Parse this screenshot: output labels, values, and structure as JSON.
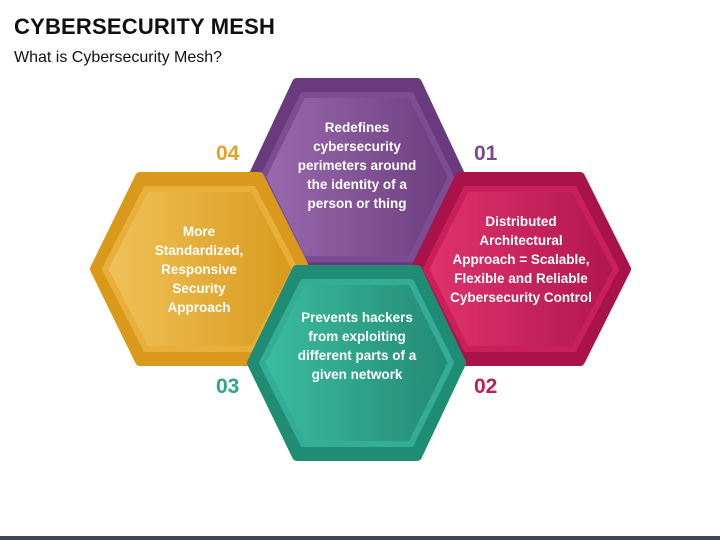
{
  "header": {
    "title": "CYBERSECURITY MESH",
    "subtitle": "What is Cybersecurity Mesh?"
  },
  "colors": {
    "purple": "#7a4a8c",
    "magenta": "#c21d57",
    "teal": "#2ea58c",
    "gold": "#e0a12a"
  },
  "items": [
    {
      "number": "01",
      "text": "Redefines cybersecurity perimeters around the identity of a person or thing",
      "color": "#7a4a8c"
    },
    {
      "number": "02",
      "text": "Distributed Architectural Approach = Scalable, Flexible and Reliable Cybersecurity Control",
      "color": "#c21d57"
    },
    {
      "number": "03",
      "text": "Prevents hackers from exploiting different parts of a given network",
      "color": "#2ea58c"
    },
    {
      "number": "04",
      "text": "More Standardized, Responsive Security Approach",
      "color": "#e0a12a"
    }
  ]
}
